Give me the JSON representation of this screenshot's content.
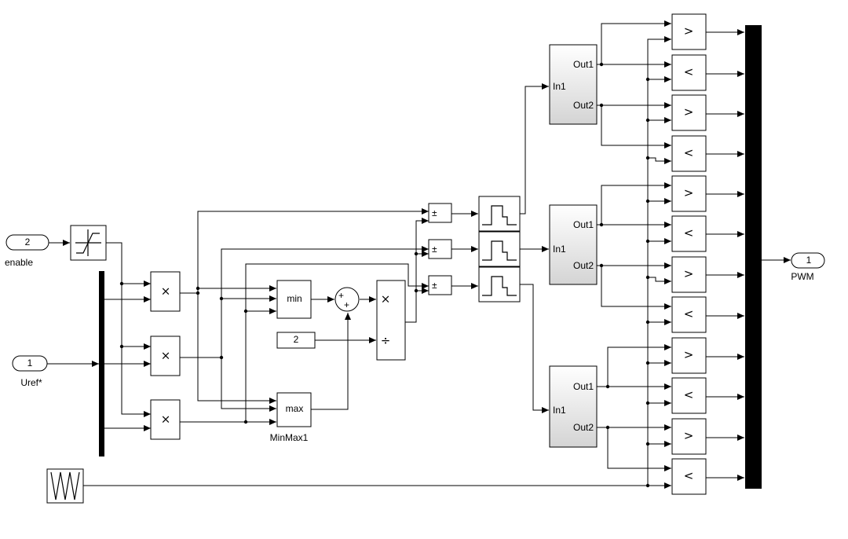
{
  "inports": [
    {
      "number": "2",
      "name": "enable"
    },
    {
      "number": "1",
      "name": "Uref*"
    }
  ],
  "outport": {
    "number": "1",
    "name": "PWM"
  },
  "symbols": {
    "product": "×",
    "divide": "÷",
    "plus": "+",
    "plusminus": "±"
  },
  "minmax": {
    "min_label": "min",
    "max_label": "max",
    "block_name": "MinMax1"
  },
  "constant": {
    "value": "2"
  },
  "subsystems": [
    {
      "in_label": "In1",
      "out1_label": "Out1",
      "out2_label": "Out2"
    },
    {
      "in_label": "In1",
      "out1_label": "Out1",
      "out2_label": "Out2"
    },
    {
      "in_label": "In1",
      "out1_label": "Out1",
      "out2_label": "Out2"
    }
  ],
  "comparators": [
    ">",
    "<",
    ">",
    "<",
    ">",
    "<",
    ">",
    "<",
    ">",
    "<",
    ">",
    "<"
  ]
}
